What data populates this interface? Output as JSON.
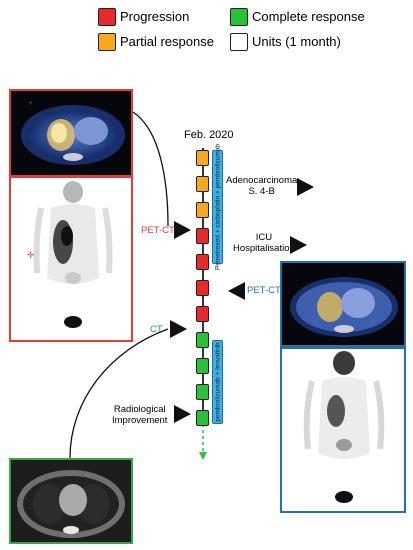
{
  "legend": {
    "progression": {
      "label": "Progression",
      "color": "#e8282b"
    },
    "partial": {
      "label": "Partial response",
      "color": "#f7a81b"
    },
    "complete": {
      "label": "Complete response",
      "color": "#27c23a"
    },
    "units": {
      "label": "Units (1 month)",
      "color": "#ffffff"
    }
  },
  "timeline": {
    "start_label": "Feb. 2020",
    "units": [
      "partial",
      "partial",
      "partial",
      "progression",
      "progression",
      "progression",
      "progression",
      "complete",
      "complete",
      "complete",
      "complete"
    ],
    "drug1": "Pemetrexed + carboplatin + pembrolizumab",
    "drug2": "pembrolizumab + lenvatinib"
  },
  "annotations": {
    "adeno": "Adenocarcinoma",
    "adeno_stage": "S. 4-B",
    "icu": "ICU",
    "icu2": "Hospitalisation",
    "petct_right": "PET-CT",
    "petct_left": "PET-CT",
    "ct": "CT",
    "radio": "Radiological",
    "radio2": "Improvement"
  }
}
